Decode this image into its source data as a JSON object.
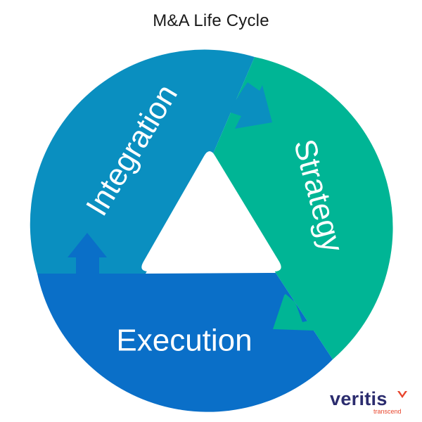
{
  "title": "M&A Life Cycle",
  "segments": {
    "integration": {
      "label": "Integration",
      "color": "#0a8fc0"
    },
    "strategy": {
      "label": "Strategy",
      "color": "#00b595"
    },
    "execution": {
      "label": "Execution",
      "color": "#0a6fc8"
    }
  },
  "logo": {
    "name": "veritis",
    "tagline": "transcend",
    "text_color": "#2b2c6e",
    "accent_color": "#e8452c"
  },
  "icons": [
    "right-arrow-icon",
    "down-left-arrow-icon",
    "up-arrow-icon",
    "logo-chevron-icon"
  ]
}
